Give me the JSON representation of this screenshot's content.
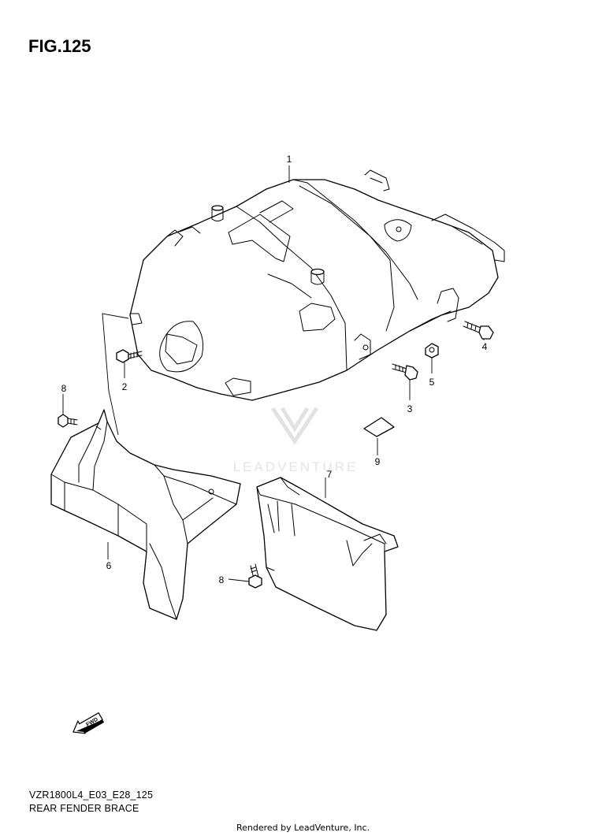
{
  "figure": {
    "title": "FIG.125"
  },
  "callouts": [
    {
      "label": "1",
      "part": "rear-fender"
    },
    {
      "label": "2",
      "part": "bolt"
    },
    {
      "label": "3",
      "part": "bolt"
    },
    {
      "label": "4",
      "part": "bolt"
    },
    {
      "label": "5",
      "part": "nut"
    },
    {
      "label": "6",
      "part": "rear-fender-brace-left"
    },
    {
      "label": "7",
      "part": "rear-fender-brace-right"
    },
    {
      "label": "8",
      "part": "screw"
    },
    {
      "label": "8",
      "part": "screw"
    },
    {
      "label": "9",
      "part": "cushion-pad"
    }
  ],
  "watermark": {
    "brand": "LEADVENTURE"
  },
  "direction_marker": {
    "label": "FWD"
  },
  "footer": {
    "model_code": "VZR1800L4_E03_E28_125",
    "section_name": "REAR FENDER BRACE",
    "rendered_by": "Rendered by LeadVenture, Inc."
  }
}
